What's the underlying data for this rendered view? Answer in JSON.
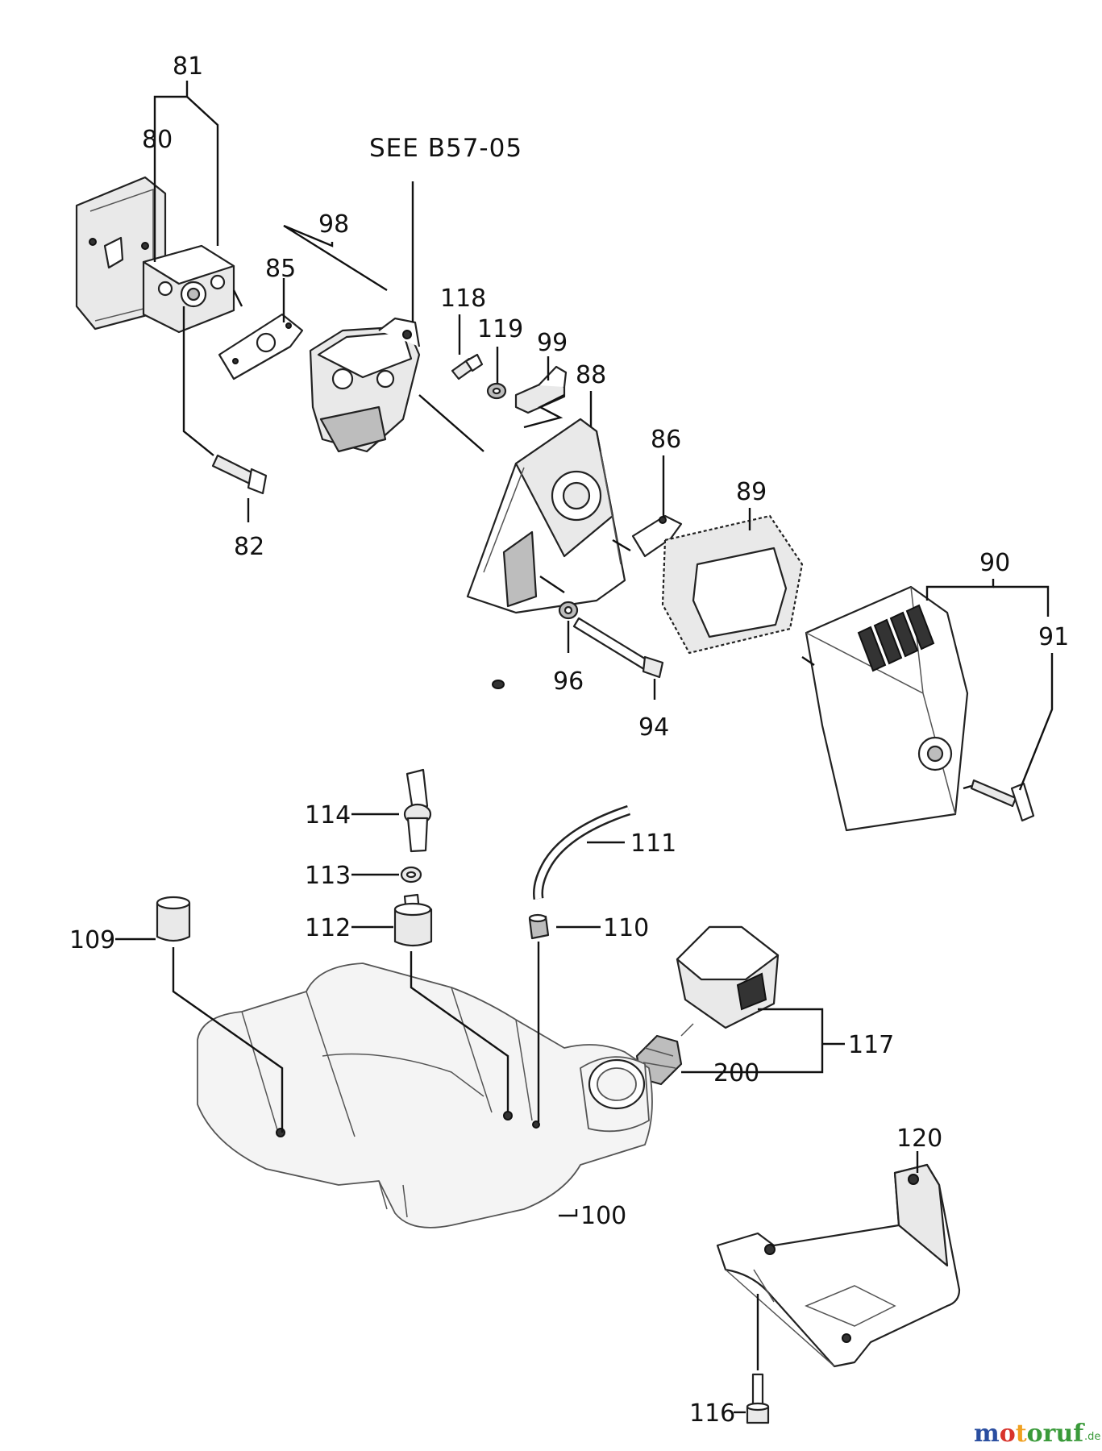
{
  "diagram": {
    "reference_note": "SEE B57-05",
    "part_numbers": {
      "p81": "81",
      "p80": "80",
      "p98": "98",
      "p85": "85",
      "p118": "118",
      "p119": "119",
      "p99": "99",
      "p88": "88",
      "p86": "86",
      "p89": "89",
      "p90": "90",
      "p91": "91",
      "p82": "82",
      "p96": "96",
      "p94": "94",
      "p114": "114",
      "p111": "111",
      "p113": "113",
      "p112": "112",
      "p110": "110",
      "p109": "109",
      "p117": "117",
      "p200": "200",
      "p120": "120",
      "p100": "100",
      "p116": "116"
    }
  },
  "watermark": {
    "brand": "motoruf",
    "tld": ".de"
  },
  "colors": {
    "line": "#111111",
    "watermark_m": "#2a4ea0",
    "watermark_o": "#d8342c",
    "watermark_t": "#f0a020",
    "watermark_rest": "#3a9a3a"
  }
}
